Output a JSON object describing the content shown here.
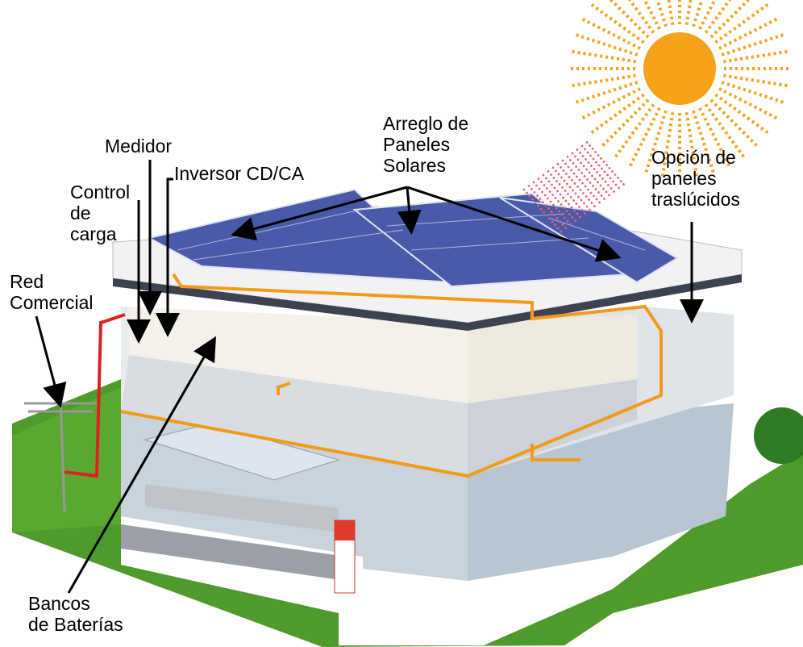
{
  "labels": {
    "solar_array": "Arreglo de\nPaneles\nSolares",
    "meter": "Medidor",
    "inverter": "Inversor CD/CA",
    "charge_control": "Control\nde\ncarga",
    "grid": "Red\nComercial",
    "translucent_option": "Opción de\npaneles\ntraslúcidos",
    "battery_banks": "Bancos\nde Baterías"
  },
  "colors": {
    "sun": "#f7a21b",
    "grass": "#4e9a2a",
    "panel": "#4a5aa8",
    "wiring": "#f39a1a",
    "grid_wire": "#e02020",
    "translucent_dots": "#f06070"
  }
}
